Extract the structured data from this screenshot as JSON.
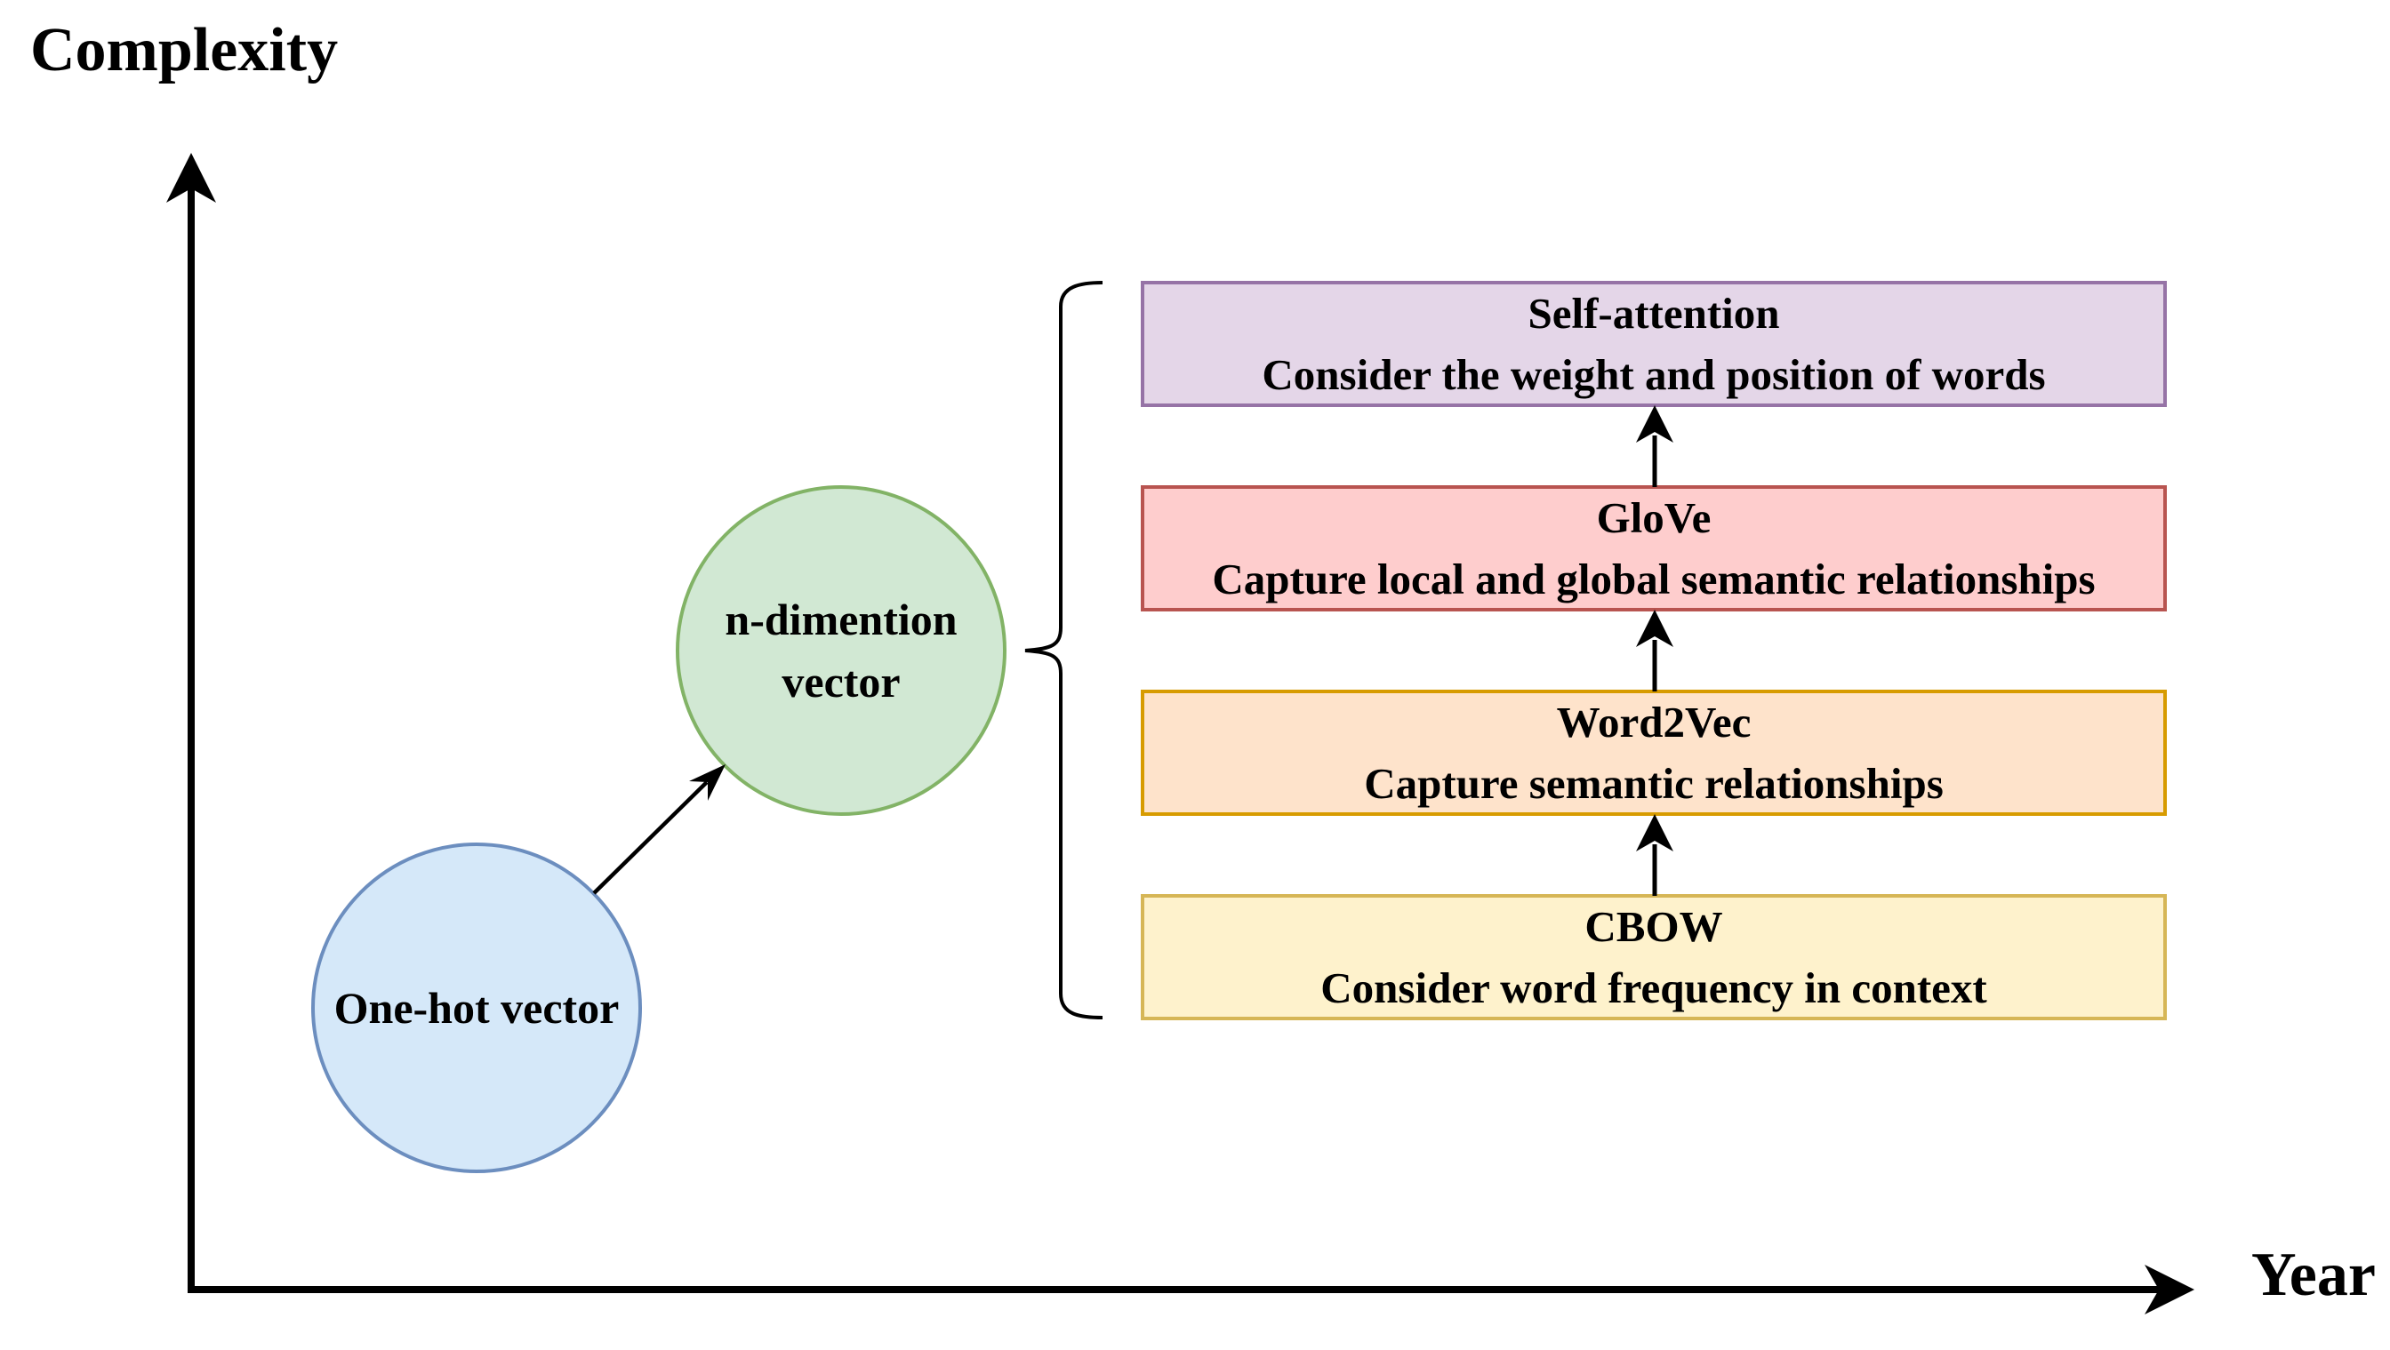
{
  "axes": {
    "y_label": "Complexity",
    "x_label": "Year"
  },
  "circles": {
    "one_hot": {
      "label": "One-hot vector",
      "fill": "#d5e8f9",
      "stroke": "#6c8ebf"
    },
    "n_dimension": {
      "line1": "n-dimention",
      "line2": "vector",
      "fill": "#d1e8d3",
      "stroke": "#82b366"
    }
  },
  "boxes": [
    {
      "title": "Self-attention",
      "description": "Consider the weight and position of words",
      "fill": "#e4d6e8",
      "stroke": "#9673a6"
    },
    {
      "title": "GloVe",
      "description": "Capture local and global semantic relationships",
      "fill": "#fecdcd",
      "stroke": "#b85450"
    },
    {
      "title": "Word2Vec",
      "description": "Capture semantic relationships",
      "fill": "#fee3cb",
      "stroke": "#d79b00"
    },
    {
      "title": "CBOW",
      "description": "Consider word frequency in context",
      "fill": "#fef2cc",
      "stroke": "#d6b656"
    }
  ]
}
